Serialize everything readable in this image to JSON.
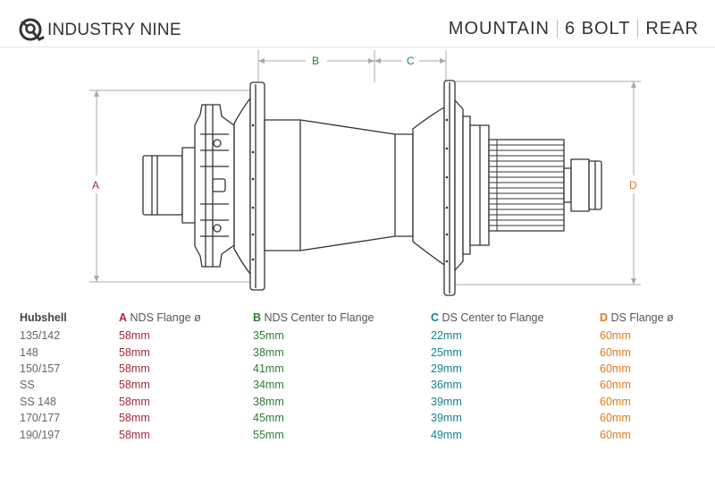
{
  "brand": {
    "name": "INDUSTRY NINE"
  },
  "title": {
    "parts": [
      "MOUNTAIN",
      "6 BOLT",
      "REAR"
    ]
  },
  "dimension_labels": {
    "a": "A",
    "b": "B",
    "c": "C",
    "d": "D"
  },
  "colors": {
    "a": "#a8283a",
    "b": "#2e7d34",
    "c": "#13838e",
    "d": "#e07b20",
    "line": "#333333",
    "dim": "#999999"
  },
  "table": {
    "headers": [
      {
        "letter": "",
        "label": "Hubshell"
      },
      {
        "letter": "A",
        "label": "NDS Flange ø"
      },
      {
        "letter": "B",
        "label": "NDS Center to Flange"
      },
      {
        "letter": "C",
        "label": "DS Center to Flange"
      },
      {
        "letter": "D",
        "label": "DS Flange ø"
      }
    ],
    "rows": [
      [
        "135/142",
        "58mm",
        "35mm",
        "22mm",
        "60mm"
      ],
      [
        "148",
        "58mm",
        "38mm",
        "25mm",
        "60mm"
      ],
      [
        "150/157",
        "58mm",
        "41mm",
        "29mm",
        "60mm"
      ],
      [
        "SS",
        "58mm",
        "34mm",
        "36mm",
        "60mm"
      ],
      [
        "SS 148",
        "58mm",
        "38mm",
        "39mm",
        "60mm"
      ],
      [
        "170/177",
        "58mm",
        "45mm",
        "39mm",
        "60mm"
      ],
      [
        "190/197",
        "58mm",
        "55mm",
        "49mm",
        "60mm"
      ]
    ]
  }
}
